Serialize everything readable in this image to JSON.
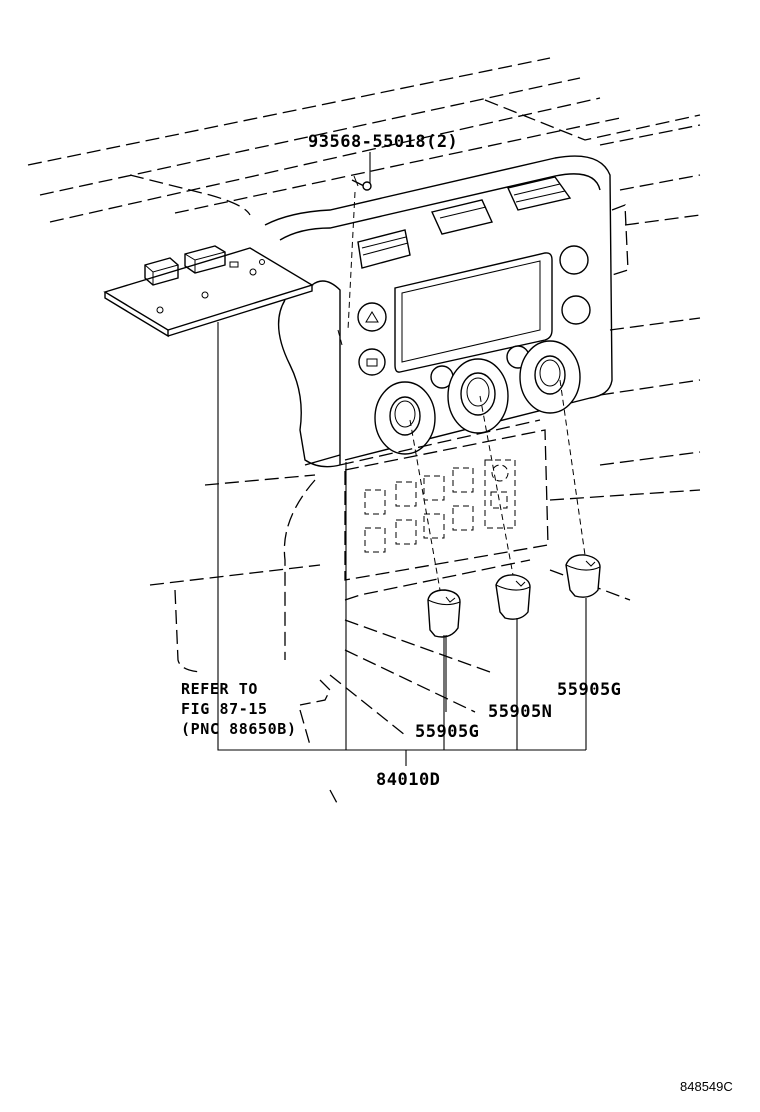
{
  "diagram": {
    "callouts": {
      "screw": "93568-55018(2)",
      "knob_right": "55905G",
      "knob_middle": "55905N",
      "knob_left": "55905G",
      "panel_assembly": "84010D"
    },
    "reference_note": {
      "line1": "REFER TO",
      "line2": "FIG 87-15",
      "line3": "(PNC 88650B)"
    },
    "illustration_code": "848549C"
  }
}
